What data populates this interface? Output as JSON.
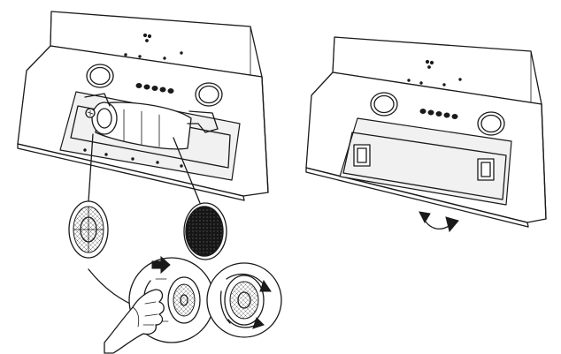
{
  "figure": {
    "panels": [
      {
        "id": "left-panel",
        "content": "hood-with-grease-filter-open"
      },
      {
        "id": "right-panel",
        "content": "hood-with-filter-cover-closed"
      }
    ],
    "colors": {
      "line": "#1a1a1a",
      "fill": "#ffffff",
      "shade": "#f1f1f1",
      "arrow": "#1a1a1a"
    },
    "icons": [
      "arrow-right-icon",
      "rotate-arrow-icon",
      "hand-icon"
    ]
  }
}
